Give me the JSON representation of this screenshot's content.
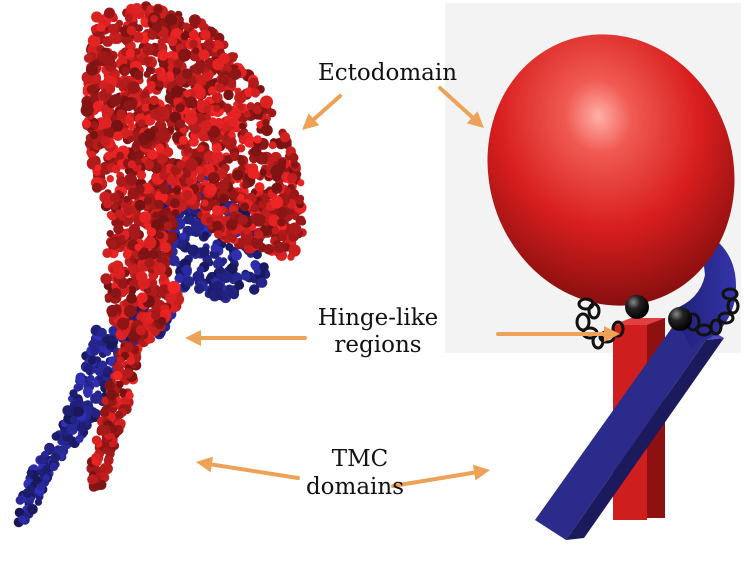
{
  "labels": {
    "ectodomain": "Ectodomain",
    "hinge_line1": "Hinge-like",
    "hinge_line2": "regions",
    "tmc_line1": "TMC",
    "tmc_line2": "domains"
  },
  "colors": {
    "arrow": "#eea257",
    "atom_red": "#d42020",
    "atom_blue": "#2a2aa0",
    "ellipsoid_red": "#d81e1e",
    "bar_blue": "#2b2b8c",
    "bar_red": "#cf1e1e",
    "panel_bg": "#f3f3f3",
    "hinge_black": "#111111"
  }
}
